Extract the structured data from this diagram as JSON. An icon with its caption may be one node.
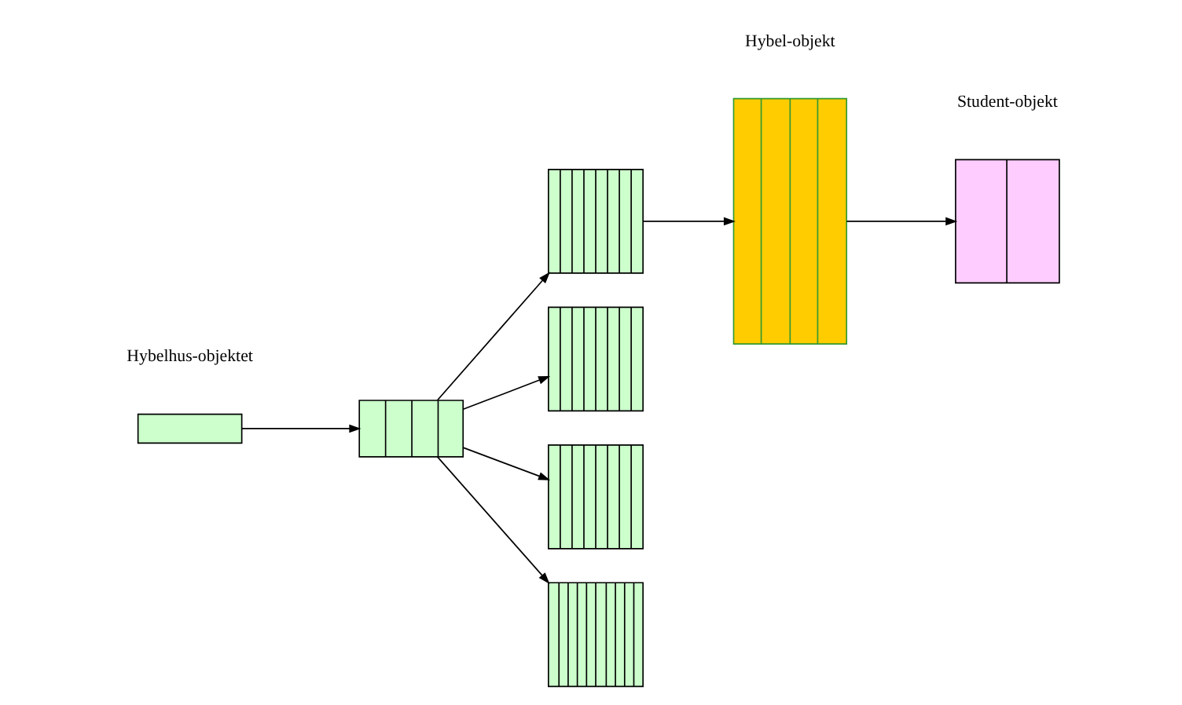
{
  "diagram": {
    "nodes": [
      {
        "text": [],
        "shape": "box"
      },
      {
        "text": [],
        "shape": "box"
      },
      {
        "text": [],
        "shape": "box"
      },
      {
        "text": [],
        "shape": "box"
      },
      {
        "text": [],
        "shape": "box"
      },
      {
        "text": [],
        "shape": "box"
      },
      {
        "text": [],
        "shape": "box"
      },
      {
        "text": [],
        "shape": "box"
      }
    ],
    "edges": [
      {
        "from": 0,
        "to": 1,
        "arrow": "to"
      },
      {
        "from": 1,
        "to": 2,
        "arrow": "to"
      },
      {
        "from": 1,
        "to": 3,
        "arrow": "to"
      },
      {
        "from": 1,
        "to": 4,
        "arrow": "to"
      },
      {
        "from": 1,
        "to": 5,
        "arrow": "to"
      },
      {
        "from": 2,
        "to": 6,
        "arrow": "to"
      },
      {
        "from": 6,
        "to": 7,
        "arrow": "to"
      }
    ],
    "labels": [
      "Hybelhus-objektet",
      "Hybel-objekt",
      "Student-objekt"
    ]
  }
}
